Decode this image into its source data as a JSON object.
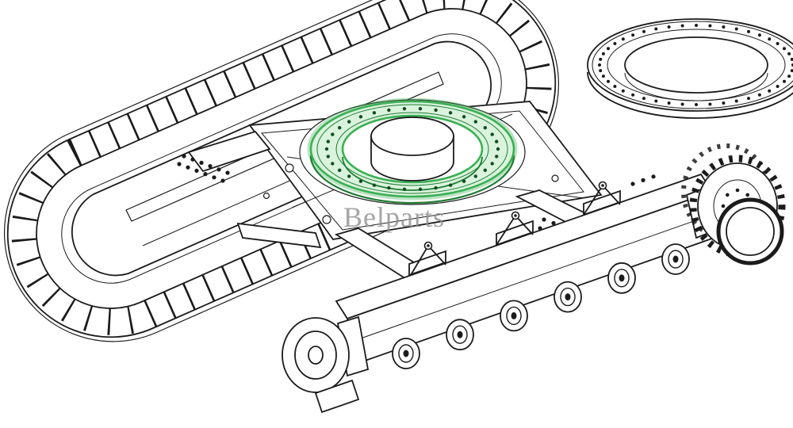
{
  "watermark": {
    "text": "Belparts",
    "color": "#8f8f8f"
  },
  "illustration": {
    "line_color": "#1b1b1b",
    "background": "#ffffff",
    "highlight": {
      "fill": "#daf3dd",
      "stroke": "#3bb054",
      "stroke_dark": "#1e7c33",
      "glow": "rgba(59,176,84,0.35)",
      "bolt_dot": "#114d1f"
    },
    "slewing_ring_bolt_count": 34,
    "spare_ring_bolt_count": 44,
    "sprocket_hub_bolt_count": 8,
    "roller_count": 6
  }
}
